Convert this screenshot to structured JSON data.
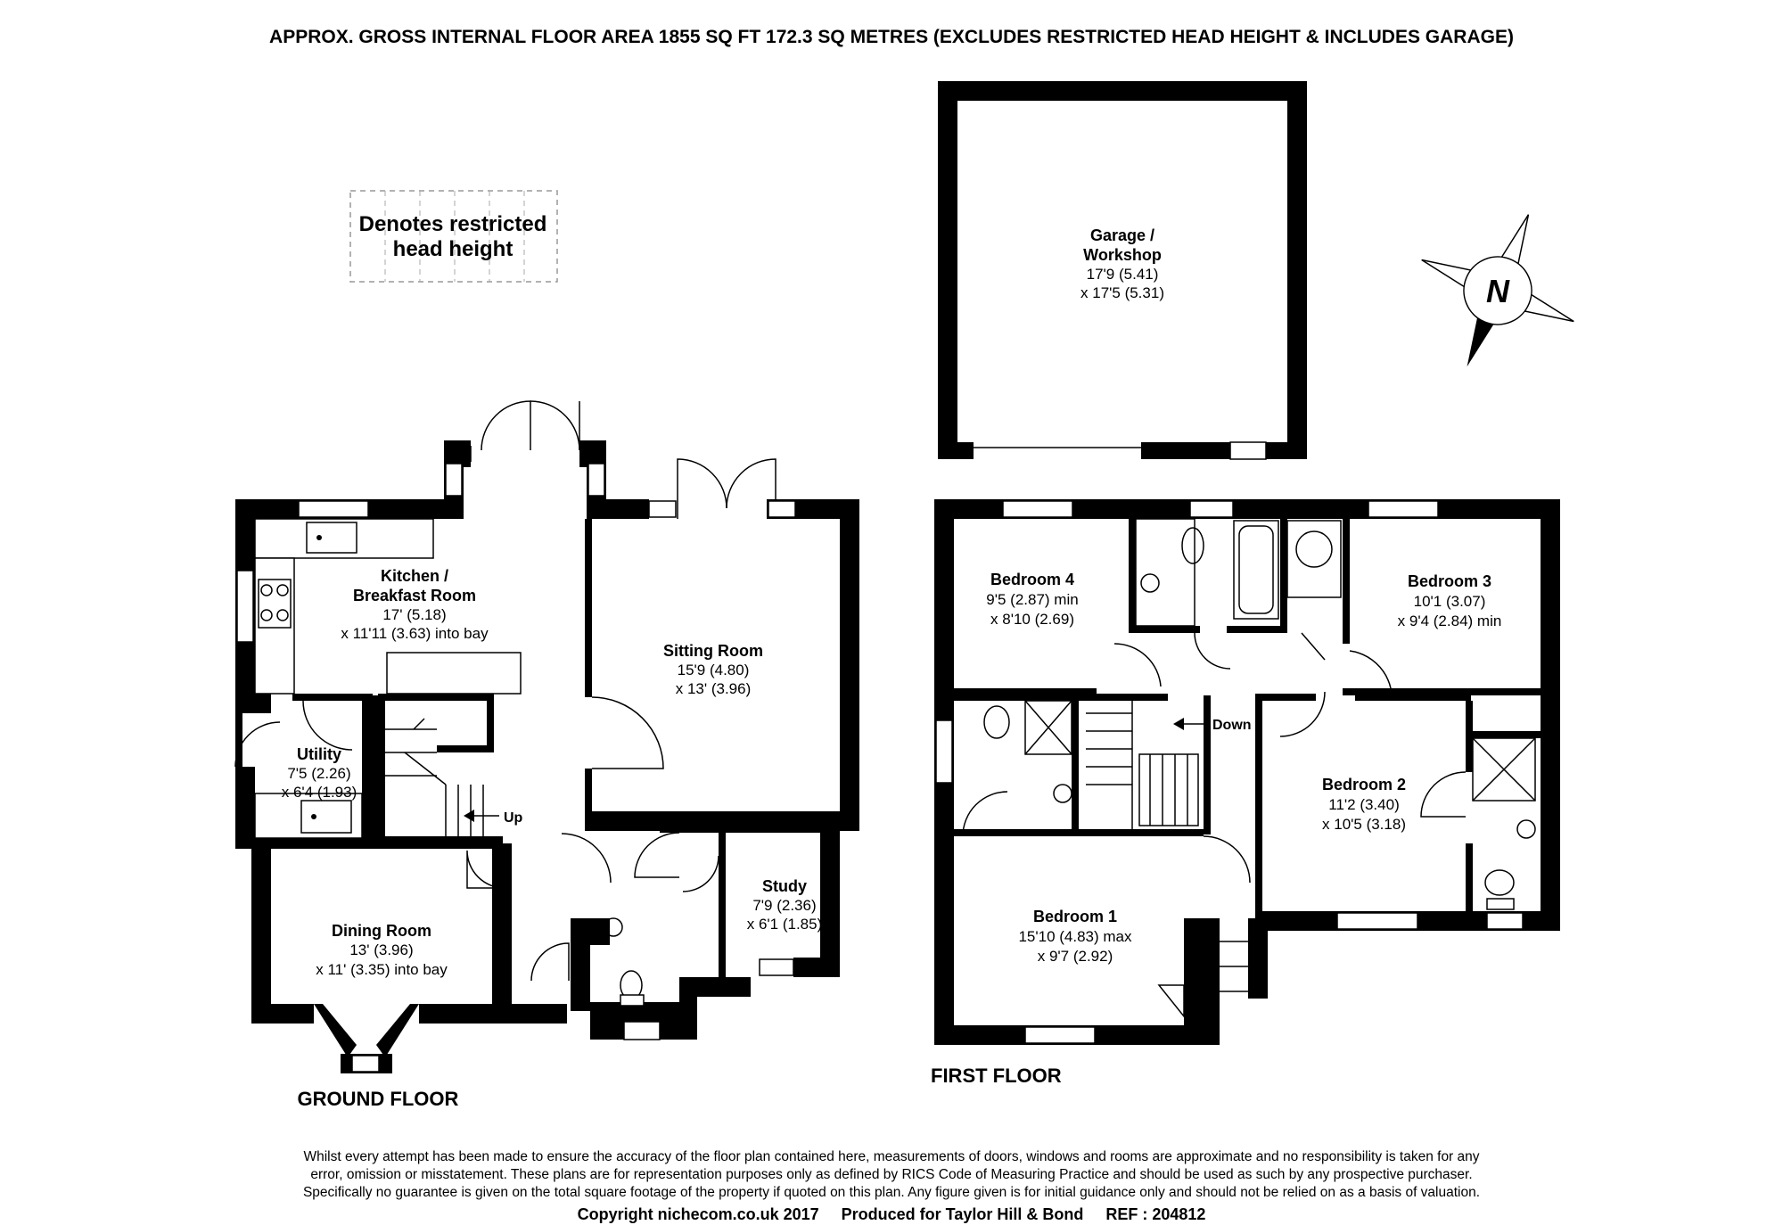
{
  "header": {
    "area_line": "APPROX. GROSS INTERNAL FLOOR AREA 1855 SQ FT 172.3 SQ METRES (EXCLUDES RESTRICTED HEAD HEIGHT & INCLUDES GARAGE)"
  },
  "legend": {
    "line1": "Denotes restricted",
    "line2": "head height"
  },
  "compass": {
    "letter": "N"
  },
  "floors": {
    "ground": "GROUND FLOOR",
    "first": "FIRST FLOOR"
  },
  "rooms": {
    "kitchen": {
      "name1": "Kitchen /",
      "name2": "Breakfast Room",
      "dim1": "17' (5.18)",
      "dim2": "x 11'11 (3.63) into bay"
    },
    "utility": {
      "name": "Utility",
      "dim1": "7'5 (2.26)",
      "dim2": "x 6'4 (1.93)"
    },
    "sitting": {
      "name": "Sitting Room",
      "dim1": "15'9 (4.80)",
      "dim2": "x 13' (3.96)"
    },
    "dining": {
      "name": "Dining Room",
      "dim1": "13' (3.96)",
      "dim2": "x 11' (3.35) into bay"
    },
    "study": {
      "name": "Study",
      "dim1": "7'9 (2.36)",
      "dim2": "x 6'1 (1.85)"
    },
    "garage": {
      "name1": "Garage /",
      "name2": "Workshop",
      "dim1": "17'9 (5.41)",
      "dim2": "x 17'5 (5.31)"
    },
    "bedroom4": {
      "name": "Bedroom 4",
      "dim1": "9'5 (2.87) min",
      "dim2": "x 8'10 (2.69)"
    },
    "bedroom3": {
      "name": "Bedroom 3",
      "dim1": "10'1 (3.07)",
      "dim2": "x 9'4 (2.84) min"
    },
    "bedroom2": {
      "name": "Bedroom 2",
      "dim1": "11'2 (3.40)",
      "dim2": "x 10'5 (3.18)"
    },
    "bedroom1": {
      "name": "Bedroom 1",
      "dim1": "15'10 (4.83) max",
      "dim2": "x 9'7 (2.92)"
    }
  },
  "stairs": {
    "up": "Up",
    "down": "Down"
  },
  "footer": {
    "disclaimer1": "Whilst every attempt has been made to ensure the accuracy of the floor plan contained here, measurements of doors, windows and rooms are approximate and no responsibility is taken for any",
    "disclaimer2": "error, omission or misstatement. These plans are for representation purposes only as defined by RICS Code of Measuring Practice and should be used as such by any prospective purchaser.",
    "disclaimer3": "Specifically no guarantee is given on the total square footage of the property if quoted on this plan. Any figure given is for initial guidance only and should not be relied on as a basis of valuation.",
    "copyright": "Copyright nichecom.co.uk 2017     Produced for Taylor Hill & Bond     REF : 204812"
  }
}
